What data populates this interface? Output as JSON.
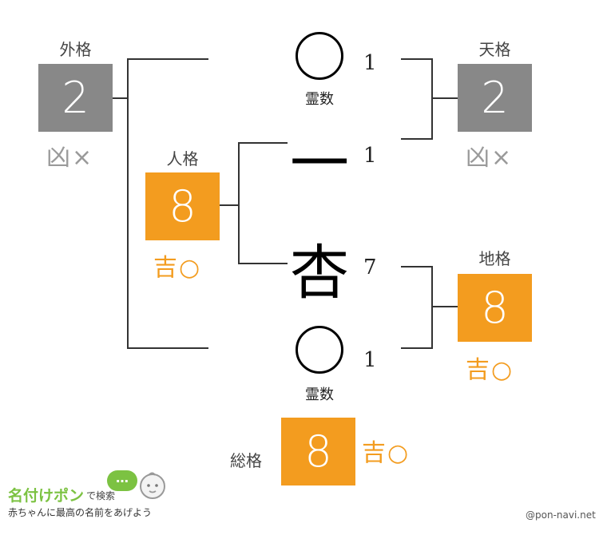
{
  "gaikaku": {
    "label": "外格",
    "value": "2",
    "verdict": "凶×",
    "color": "#888888"
  },
  "jinkaku": {
    "label": "人格",
    "value": "8",
    "verdict": "吉○",
    "color": "#f39c1f"
  },
  "tenkaku": {
    "label": "天格",
    "value": "2",
    "verdict": "凶×",
    "color": "#888888"
  },
  "chikaku": {
    "label": "地格",
    "value": "8",
    "verdict": "吉○",
    "color": "#f39c1f"
  },
  "soukaku": {
    "label": "総格",
    "value": "8",
    "verdict": "吉○",
    "color": "#f39c1f"
  },
  "characters": [
    {
      "char": "",
      "strokes": "1",
      "note": "霊数"
    },
    {
      "char": "一",
      "strokes": "1"
    },
    {
      "char": "杏",
      "strokes": "7"
    },
    {
      "char": "",
      "strokes": "1",
      "note": "霊数"
    }
  ],
  "logo": {
    "title": "名付けポン",
    "search": "で検索",
    "tagline": "赤ちゃんに最高の名前をあげよう",
    "bubble": "…"
  },
  "site": "@pon-navi.net"
}
